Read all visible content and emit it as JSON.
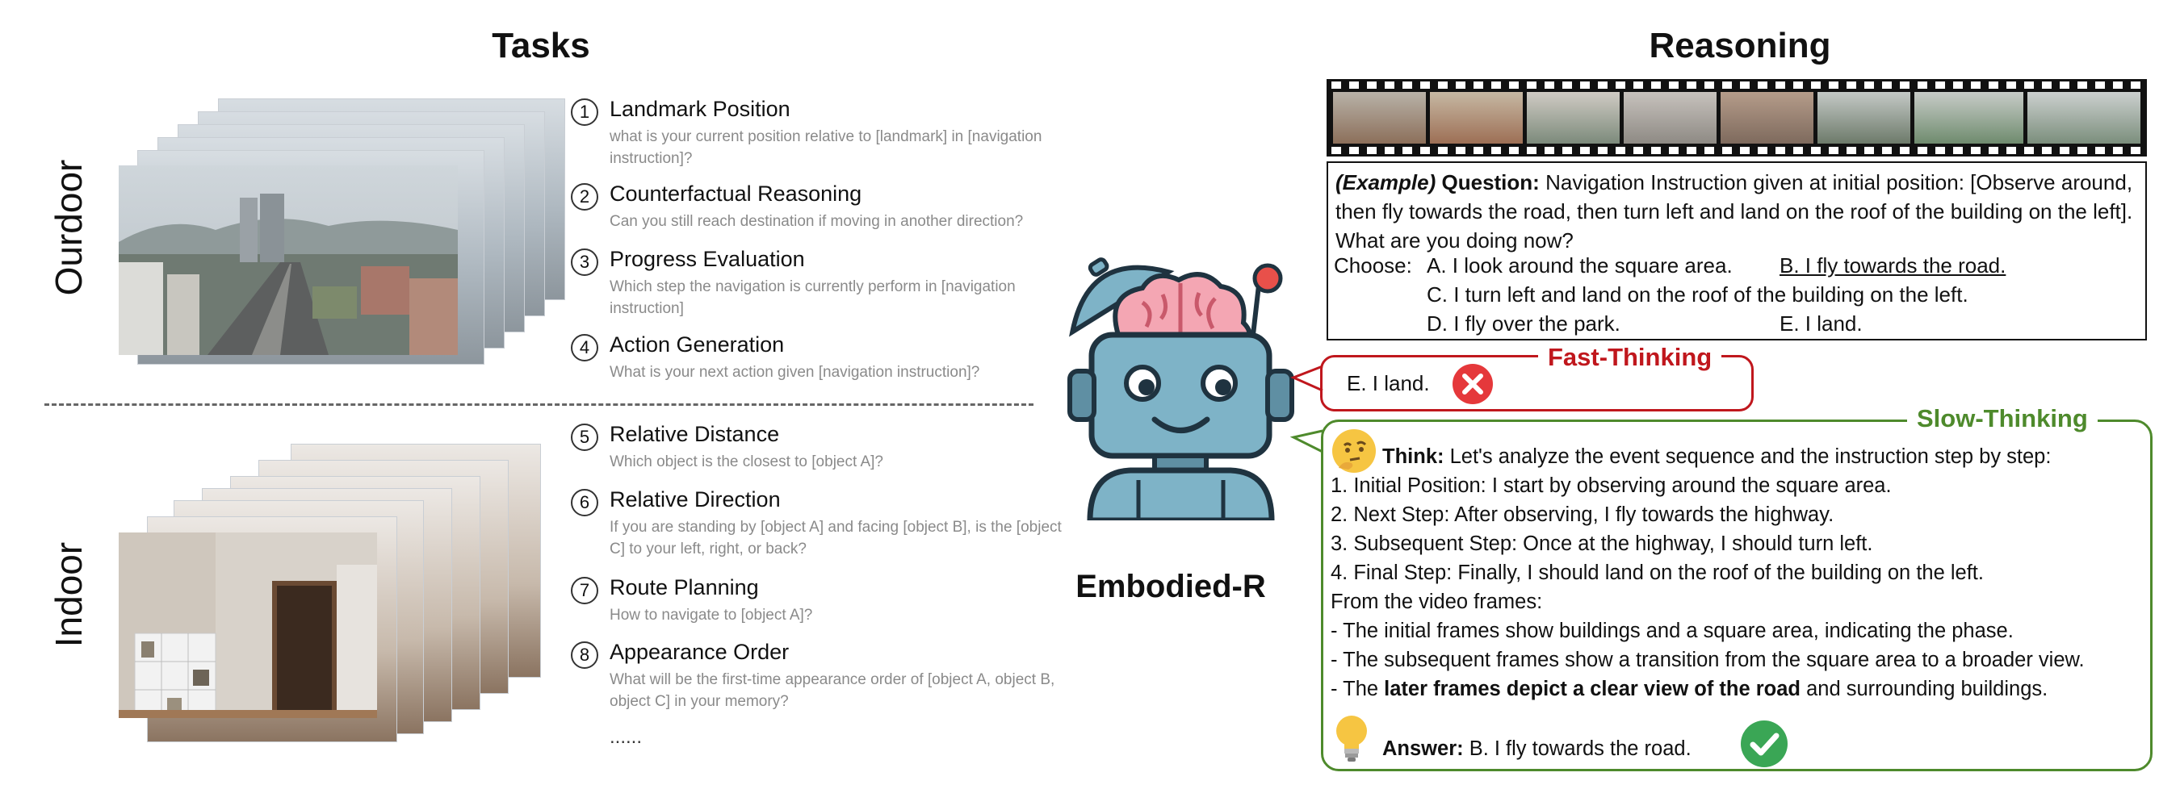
{
  "headings": {
    "tasks": "Tasks",
    "reasoning": "Reasoning",
    "outdoor": "Ourdoor",
    "indoor": "Indoor",
    "robot": "Embodied-R"
  },
  "tasks": [
    {
      "num": "1",
      "title": "Landmark Position",
      "desc": "what is your current position relative to [landmark] in [navigation instruction]?"
    },
    {
      "num": "2",
      "title": "Counterfactual Reasoning",
      "desc": "Can you still reach destination if moving in another direction?"
    },
    {
      "num": "3",
      "title": "Progress Evaluation",
      "desc": "Which step the navigation is currently perform in [navigation instruction]"
    },
    {
      "num": "4",
      "title": "Action Generation",
      "desc": "What is your next action given [navigation instruction]?"
    },
    {
      "num": "5",
      "title": "Relative Distance",
      "desc": "Which object is the closest to [object A]?"
    },
    {
      "num": "6",
      "title": "Relative Direction",
      "desc": "If you are standing by [object A] and facing [object B], is the [object C] to your left, right, or back?"
    },
    {
      "num": "7",
      "title": "Route Planning",
      "desc": "How to navigate to [object A]?"
    },
    {
      "num": "8",
      "title": "Appearance Order",
      "desc": "What will be the first-time appearance order of [object A, object B, object C] in your memory?"
    }
  ],
  "ellipsis": "......",
  "question": {
    "example": "(Example)",
    "label": "Question:",
    "text": "Navigation Instruction given at initial position: [Observe around, then fly towards the road, then turn left and land on the roof of the building on the left]. What are you doing now?",
    "choose": "Choose:",
    "a": "A. I look around the square area.",
    "b": "B. I fly towards the road.",
    "c": "C. I turn left and land on the roof of the building on the left.",
    "d": "D. I fly over the park.",
    "e": "E. I land."
  },
  "fast": {
    "label": "Fast-Thinking",
    "answer": "E. I land."
  },
  "slow": {
    "label": "Slow-Thinking",
    "think_label": "Think:",
    "think_text": "Let's analyze the event sequence and the instruction step by step:",
    "step1": "1. Initial Position: I start by observing around the square area.",
    "step2": "2. Next Step: After observing, I fly towards the highway.",
    "step3": "3. Subsequent Step: Once at the highway, I should turn left.",
    "step4": "4. Final Step: Finally, I should land on the roof of the building on the left.",
    "from": "From the video frames:",
    "obs1": "- The initial frames show buildings and a square area, indicating the phase.",
    "obs2": "- The subsequent frames show a transition from the square area to a broader view.",
    "obs3_pre": "- The ",
    "obs3_bold": "later frames depict a clear view of the road",
    "obs3_post": " and surrounding buildings.",
    "answer_label": "Answer:",
    "answer_text": "B. I fly towards the road."
  },
  "colors": {
    "fast": "#c0171d",
    "slow": "#4e8a2c",
    "wrong": "#e5383b",
    "right": "#3aa655"
  }
}
